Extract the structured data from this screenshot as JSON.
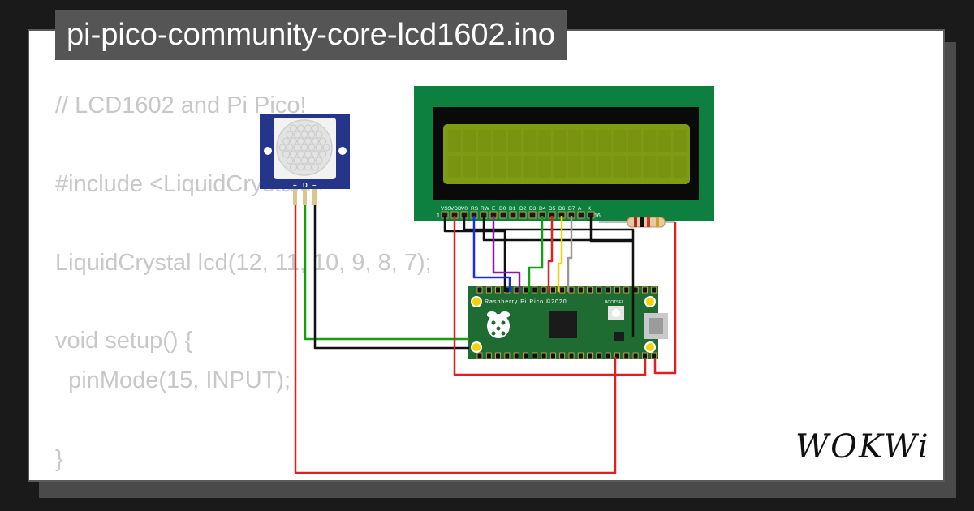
{
  "project": {
    "title": "pi-pico-community-core-lcd1602.ino"
  },
  "code_lines": [
    "// LCD1602 and Pi Pico!",
    "",
    "#include <LiquidCrystal.h>",
    "",
    "LiquidCrystal lcd(12, 11, 10, 9, 8, 7);",
    "",
    "void setup() {",
    "  pinMode(15, INPUT);",
    "",
    "}"
  ],
  "lcd": {
    "pin_labels": [
      "VSS",
      "VDD",
      "V0",
      "RS",
      "RW",
      "E",
      "D0",
      "D1",
      "D2",
      "D3",
      "D4",
      "D5",
      "D6",
      "D7",
      "A",
      "K"
    ],
    "pin_first": "1",
    "pin_last": "16"
  },
  "pir_sensor": {
    "pin_labels": [
      "+",
      "D",
      "–"
    ]
  },
  "pico": {
    "label": "Raspberry Pi Pico ©2020",
    "bootsel_label": "BOOTSEL"
  },
  "brand": {
    "name": "WOKWi"
  },
  "colors": {
    "page_bg": "#1a1a1a",
    "card_bg": "#ffffff",
    "title_tab_bg": "#555555",
    "code_text": "#c8c8c8",
    "lcd_board": "#0d8040",
    "lcd_screen": "#7e9b14",
    "pico_board": "#1f6c32",
    "pir_board": "#25358a",
    "wire_red": "#e02020",
    "wire_black": "#111111",
    "wire_green": "#10a010",
    "wire_blue": "#1a2ee8",
    "wire_purple": "#8a1aa8",
    "wire_yellow": "#f2d200",
    "wire_gray": "#999999"
  }
}
